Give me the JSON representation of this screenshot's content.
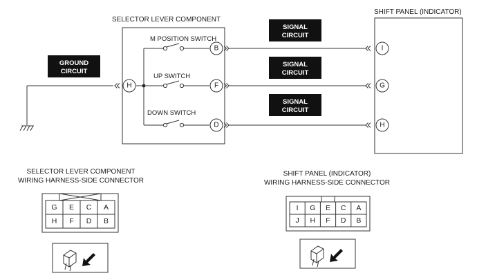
{
  "titles": {
    "selector": "SELECTOR LEVER COMPONENT",
    "shift_panel": "SHIFT PANEL (INDICATOR)"
  },
  "switches": {
    "m": "M POSITION SWITCH",
    "up": "UP SWITCH",
    "down": "DOWN SWITCH"
  },
  "ground_tag": [
    "GROUND",
    "CIRCUIT"
  ],
  "signal_tag": [
    "SIGNAL",
    "CIRCUIT"
  ],
  "pins": {
    "ground": "H",
    "m_out": "B",
    "up_out": "F",
    "down_out": "D",
    "sp_top": "I",
    "sp_mid": "G",
    "sp_bot": "H"
  },
  "connector_selector": {
    "title1": "SELECTOR LEVER COMPONENT",
    "title2": "WIRING HARNESS-SIDE CONNECTOR",
    "rows": [
      [
        "G",
        "E",
        "C",
        "A"
      ],
      [
        "H",
        "F",
        "D",
        "B"
      ]
    ]
  },
  "connector_panel": {
    "title1": "SHIFT PANEL (INDICATOR)",
    "title2": "WIRING HARNESS-SIDE CONNECTOR",
    "rows": [
      [
        "I",
        "G",
        "E",
        "C",
        "A"
      ],
      [
        "J",
        "H",
        "F",
        "D",
        "B"
      ]
    ]
  }
}
